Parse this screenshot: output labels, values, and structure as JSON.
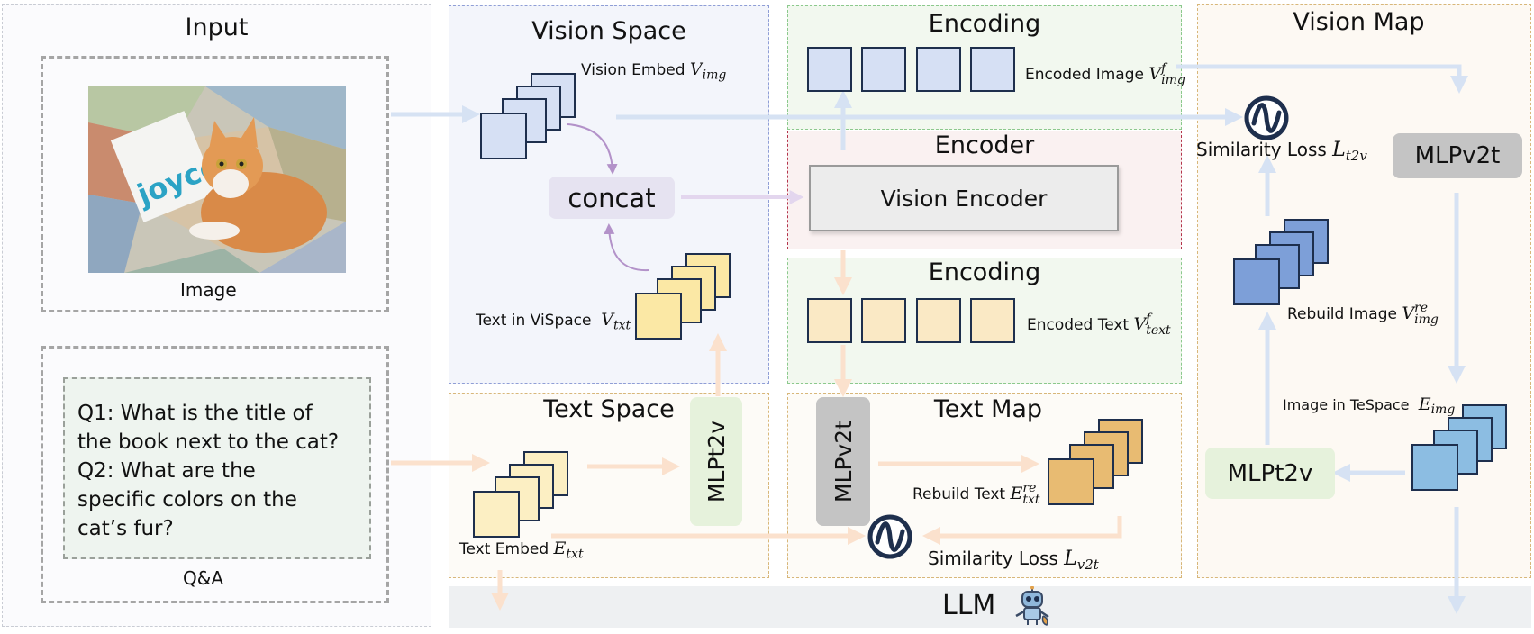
{
  "panels": {
    "input": "Input",
    "vision_space": "Vision Space",
    "encoding_top": "Encoding",
    "encoder": "Encoder",
    "encoding_bottom": "Encoding",
    "text_space": "Text Space",
    "text_map": "Text Map",
    "vision_map": "Vision Map",
    "llm": "LLM"
  },
  "input": {
    "image_caption": "Image",
    "book_text": "joyce",
    "qa_caption": "Q&A",
    "qa_lines": [
      "Q1: What is the title of",
      "the book next to the cat?",
      "Q2: What are the",
      "specific colors on the",
      "cat’s fur?"
    ]
  },
  "vision_space": {
    "vision_embed_text": "Vision Embed",
    "vision_embed_sym": "V",
    "vision_embed_sub": "img",
    "concat": "concat",
    "text_in_vispace_text": "Text in ViSpace",
    "text_in_vispace_sym": "V",
    "text_in_vispace_sub": "txt"
  },
  "encoding": {
    "encoded_image_text": "Encoded Image",
    "encoded_image_sym": "V",
    "encoded_image_sup": "f",
    "encoded_image_sub": "img",
    "vision_encoder": "Vision Encoder",
    "encoded_text_text": "Encoded Text",
    "encoded_text_sym": "V",
    "encoded_text_sup": "f",
    "encoded_text_sub": "text"
  },
  "text_space": {
    "text_embed_text": "Text Embed",
    "text_embed_sym": "E",
    "text_embed_sub": "txt",
    "mlp_t2v": "MLPt2v"
  },
  "text_map": {
    "mlp_v2t": "MLPv2t",
    "rebuild_text_text": "Rebuild Text",
    "rebuild_text_sym": "E",
    "rebuild_text_sup": "re",
    "rebuild_text_sub": "txt",
    "sim_loss_text": "Similarity Loss",
    "sim_loss_sym": "L",
    "sim_loss_sub": "v2t"
  },
  "vision_map": {
    "sim_loss_text": "Similarity Loss",
    "sim_loss_sym": "L",
    "sim_loss_sub": "t2v",
    "mlp_v2t": "MLPv2t",
    "rebuild_image_text": "Rebuild Image",
    "rebuild_image_sym": "V",
    "rebuild_image_sup": "re",
    "rebuild_image_sub": "img",
    "image_in_tespace_text": "Image in TeSpace",
    "image_in_tespace_sym": "E",
    "image_in_tespace_sub": "img",
    "mlp_t2v": "MLPt2v"
  },
  "colors": {
    "vision_arrow": "#d6e2f3",
    "text_arrow": "#fbe1cd",
    "concat_arrow": "#b392c9",
    "navy": "#1e2f4d"
  }
}
